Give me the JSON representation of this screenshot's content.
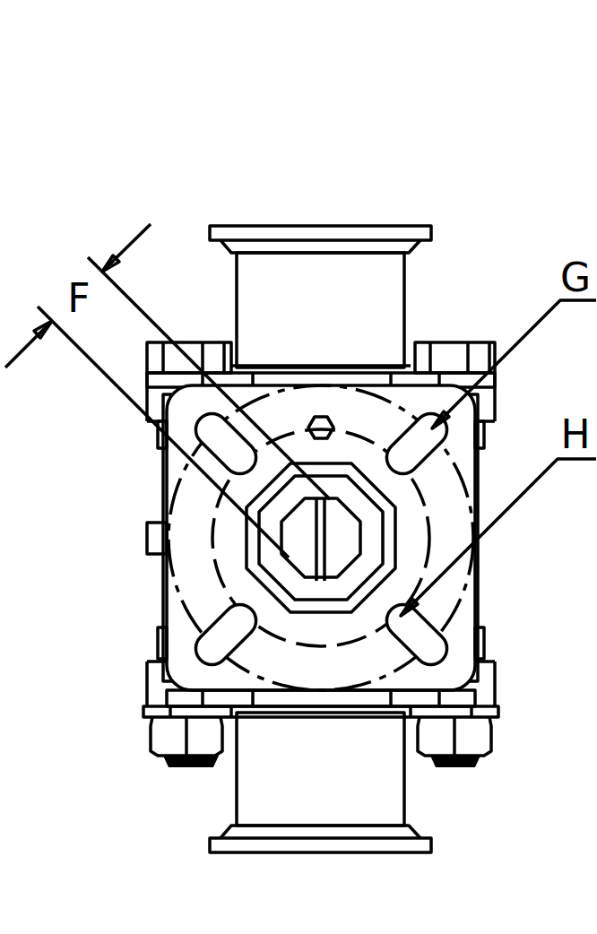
{
  "diagram": {
    "labels": [
      "F",
      "G",
      "H"
    ]
  }
}
